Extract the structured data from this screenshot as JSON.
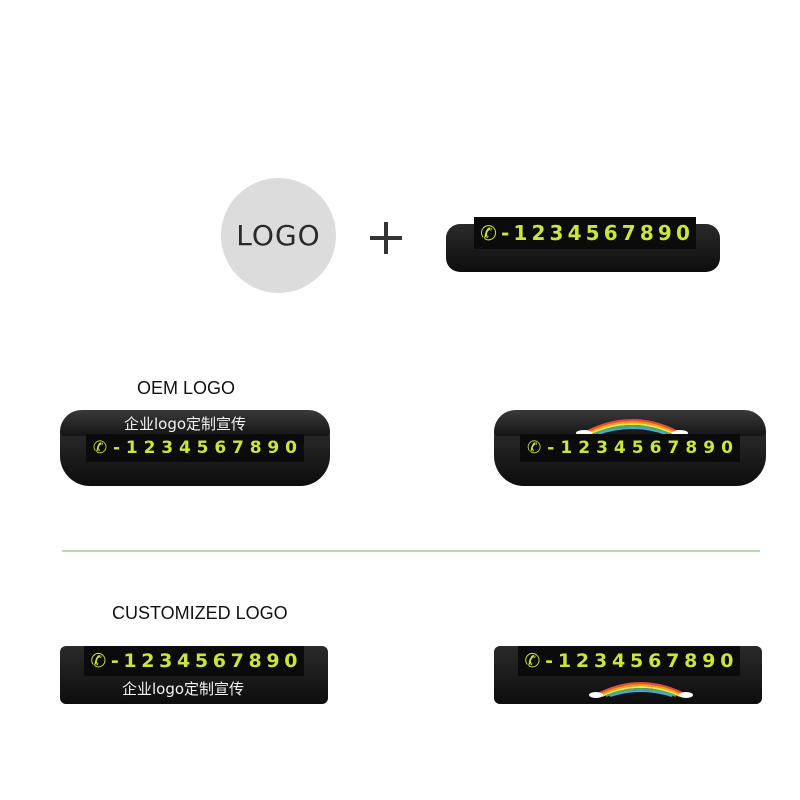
{
  "logo_placeholder": "LOGO",
  "headings": {
    "oem": "OEM LOGO",
    "customized": "CUSTOMIZED LOGO"
  },
  "plate": {
    "phone_glyph": "✆",
    "dash": "-",
    "digits": [
      "1",
      "2",
      "3",
      "4",
      "5",
      "6",
      "7",
      "8",
      "9",
      "0"
    ],
    "ad_text": "企业logo定制宣传"
  },
  "colors": {
    "digit": "#c8e63c",
    "plate": "#111111",
    "divider": "#b9dea4",
    "logo_circle": "#dcdcdc"
  }
}
